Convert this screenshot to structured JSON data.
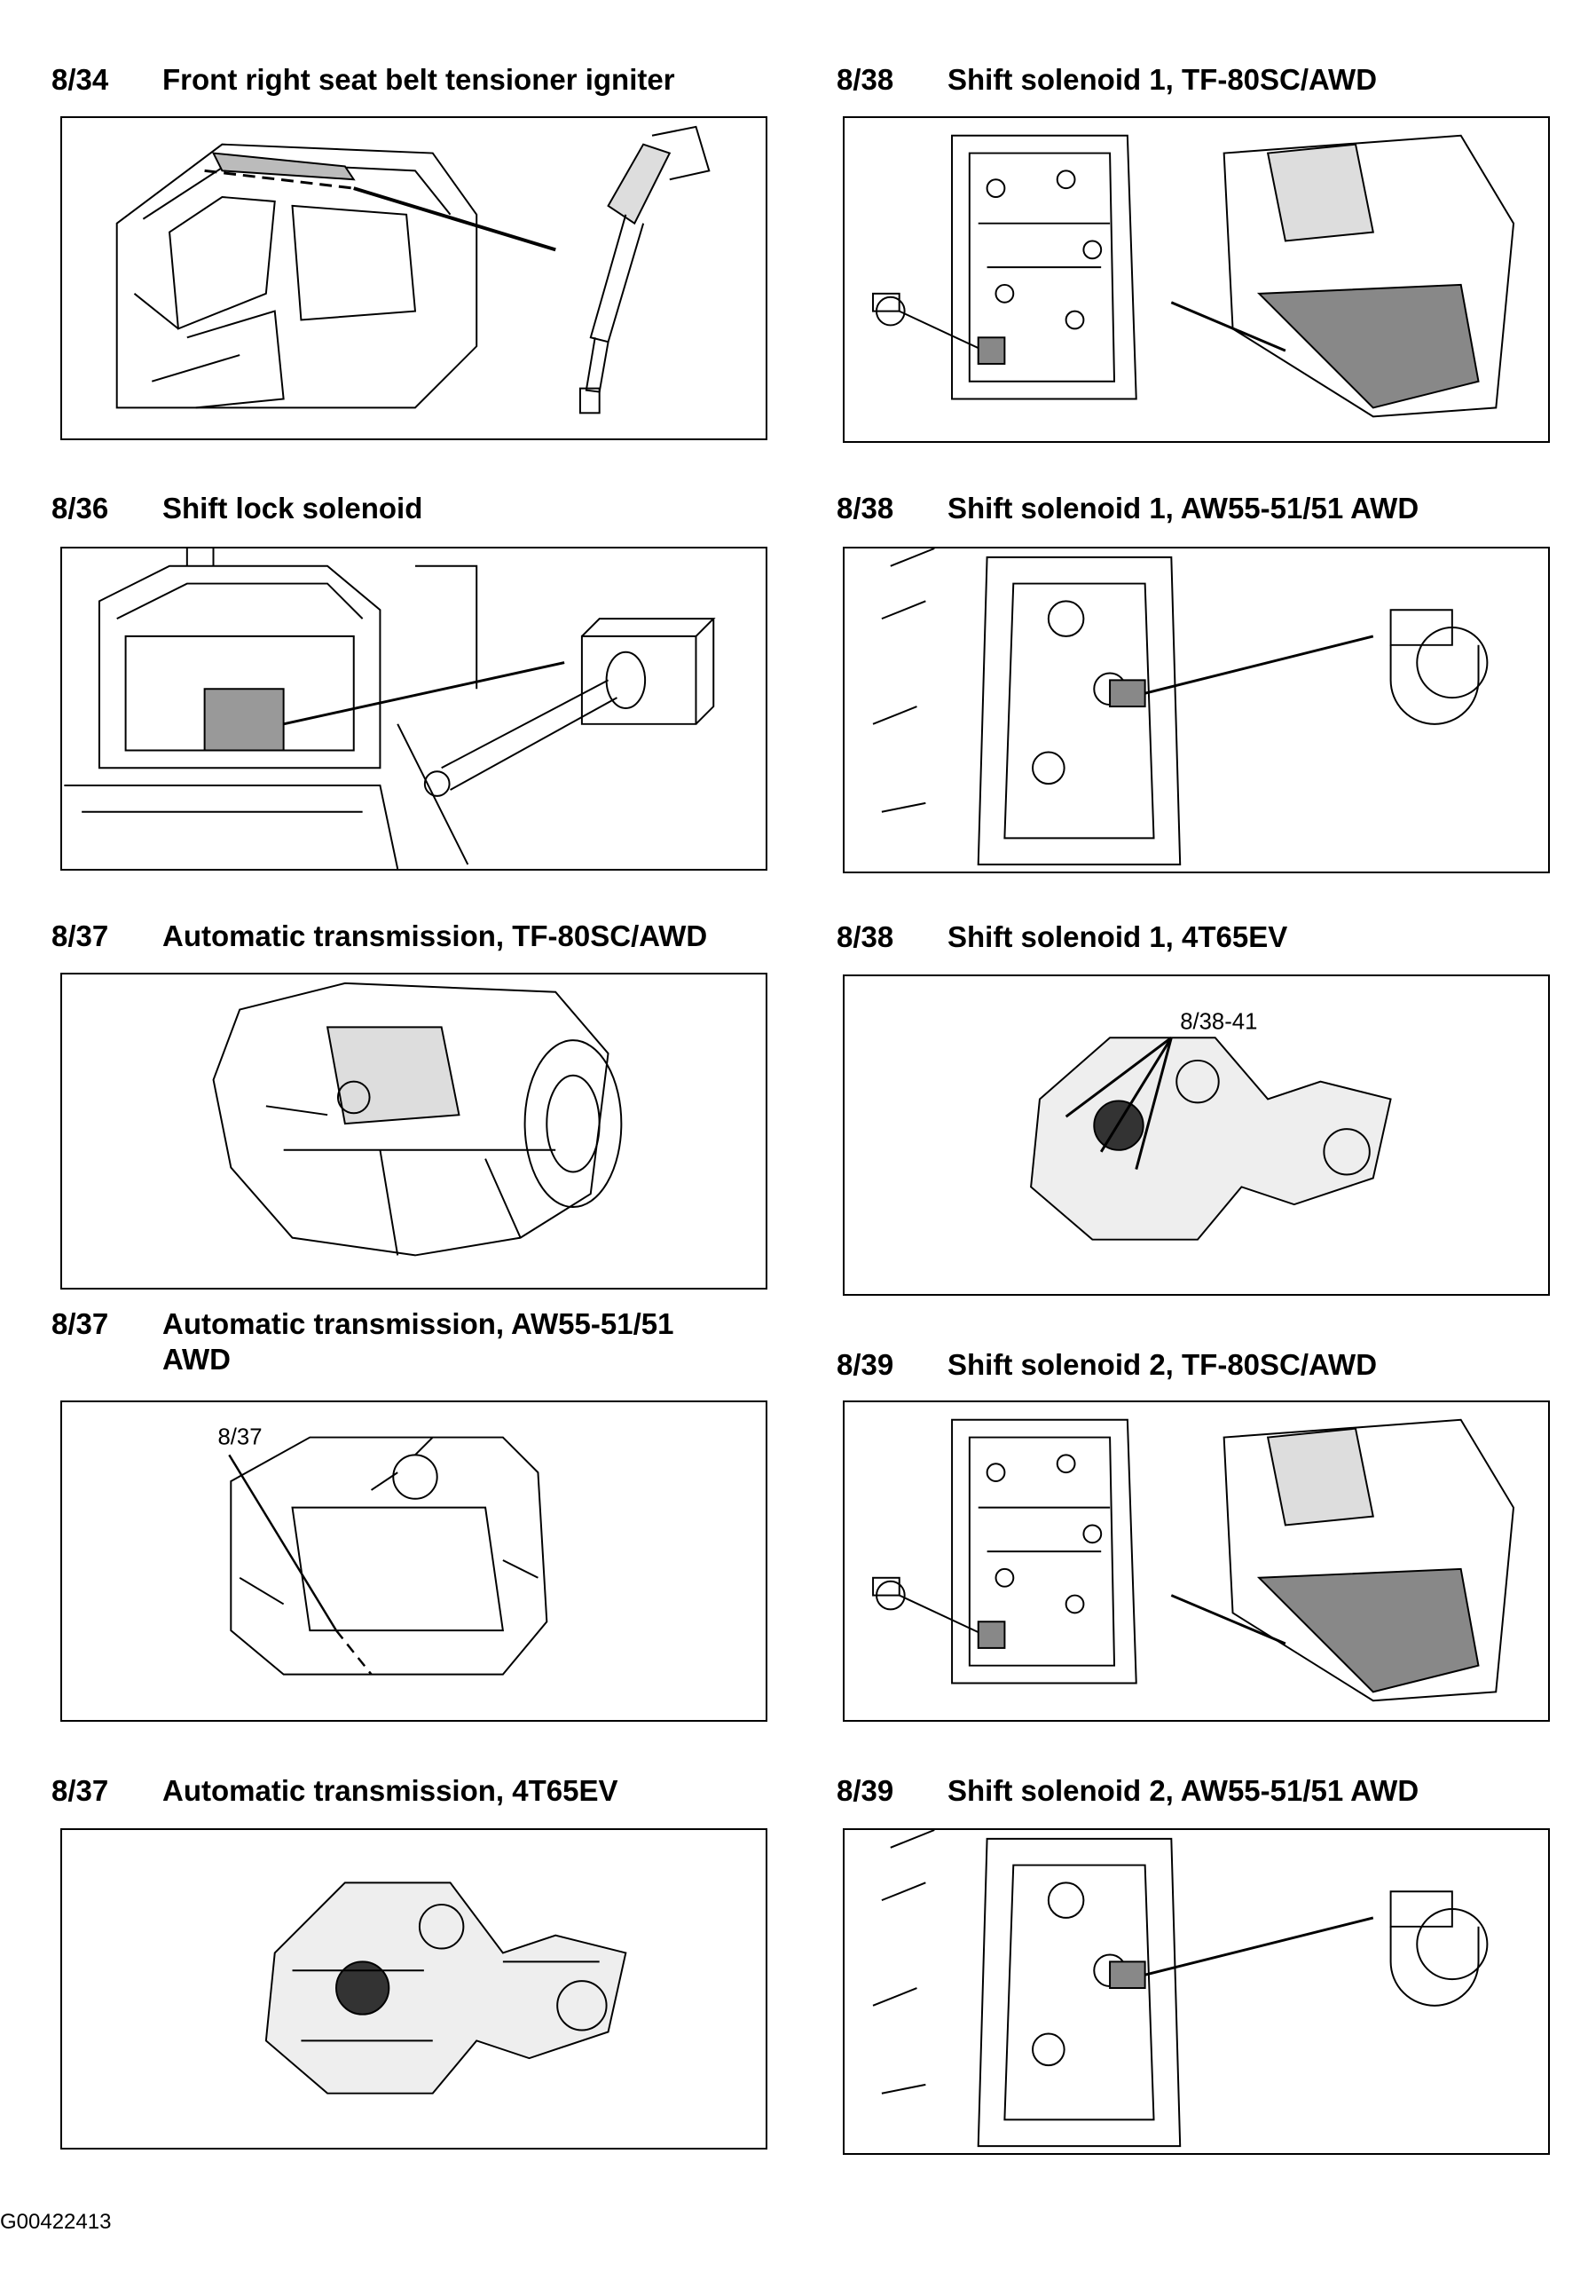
{
  "panels": [
    {
      "number": "8/34",
      "title": "Front right seat belt tensioner igniter",
      "title_line2": ""
    },
    {
      "number": "8/38",
      "title": "Shift solenoid 1, TF-80SC/AWD",
      "title_line2": ""
    },
    {
      "number": "8/36",
      "title": "Shift lock solenoid",
      "title_line2": ""
    },
    {
      "number": "8/38",
      "title": "Shift solenoid 1, AW55-51/51 AWD",
      "title_line2": ""
    },
    {
      "number": "8/37",
      "title": "Automatic transmission, TF-80SC/AWD",
      "title_line2": ""
    },
    {
      "number": "8/38",
      "title": "Shift solenoid 1, 4T65EV",
      "title_line2": "",
      "callout": "8/38-41"
    },
    {
      "number": "8/37",
      "title": "Automatic transmission, AW55-51/51",
      "title_line2": "AWD",
      "callout": "8/37"
    },
    {
      "number": "8/39",
      "title": "Shift solenoid 2, TF-80SC/AWD",
      "title_line2": ""
    },
    {
      "number": "8/37",
      "title": "Automatic transmission, 4T65EV",
      "title_line2": ""
    },
    {
      "number": "8/39",
      "title": "Shift solenoid 2, AW55-51/51 AWD",
      "title_line2": ""
    }
  ],
  "footer": {
    "code": "G00422413"
  }
}
